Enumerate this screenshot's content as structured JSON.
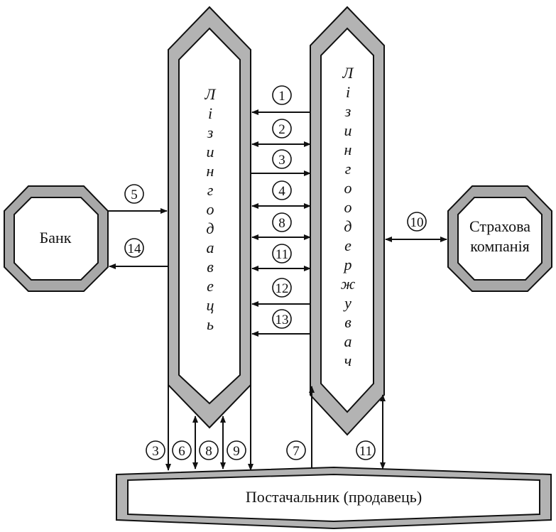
{
  "blocks": {
    "bank": "Банк",
    "insurer_line1": "Страхова",
    "insurer_line2": "компанія",
    "supplier": "Постачальник (продавець)",
    "lessor_letters": [
      "Л",
      "і",
      "з",
      "и",
      "н",
      "г",
      "о",
      "д",
      "а",
      "в",
      "е",
      "ц",
      "ь"
    ],
    "lessee_letters": [
      "Л",
      "і",
      "з",
      "и",
      "н",
      "г",
      "о",
      "о",
      "д",
      "е",
      "р",
      "ж",
      "у",
      "в",
      "а",
      "ч"
    ]
  },
  "numbers": {
    "mid": [
      "1",
      "2",
      "3",
      "4",
      "8",
      "11",
      "12",
      "13"
    ],
    "bank_top": "5",
    "bank_bottom": "14",
    "insurer": "10",
    "bottom": [
      "3",
      "6",
      "8",
      "9",
      "7",
      "11"
    ]
  },
  "colors": {
    "ink": "#111111",
    "frame": "#b0b0b0",
    "frame_dark": "#6e6e6e",
    "paper": "#ffffff"
  }
}
